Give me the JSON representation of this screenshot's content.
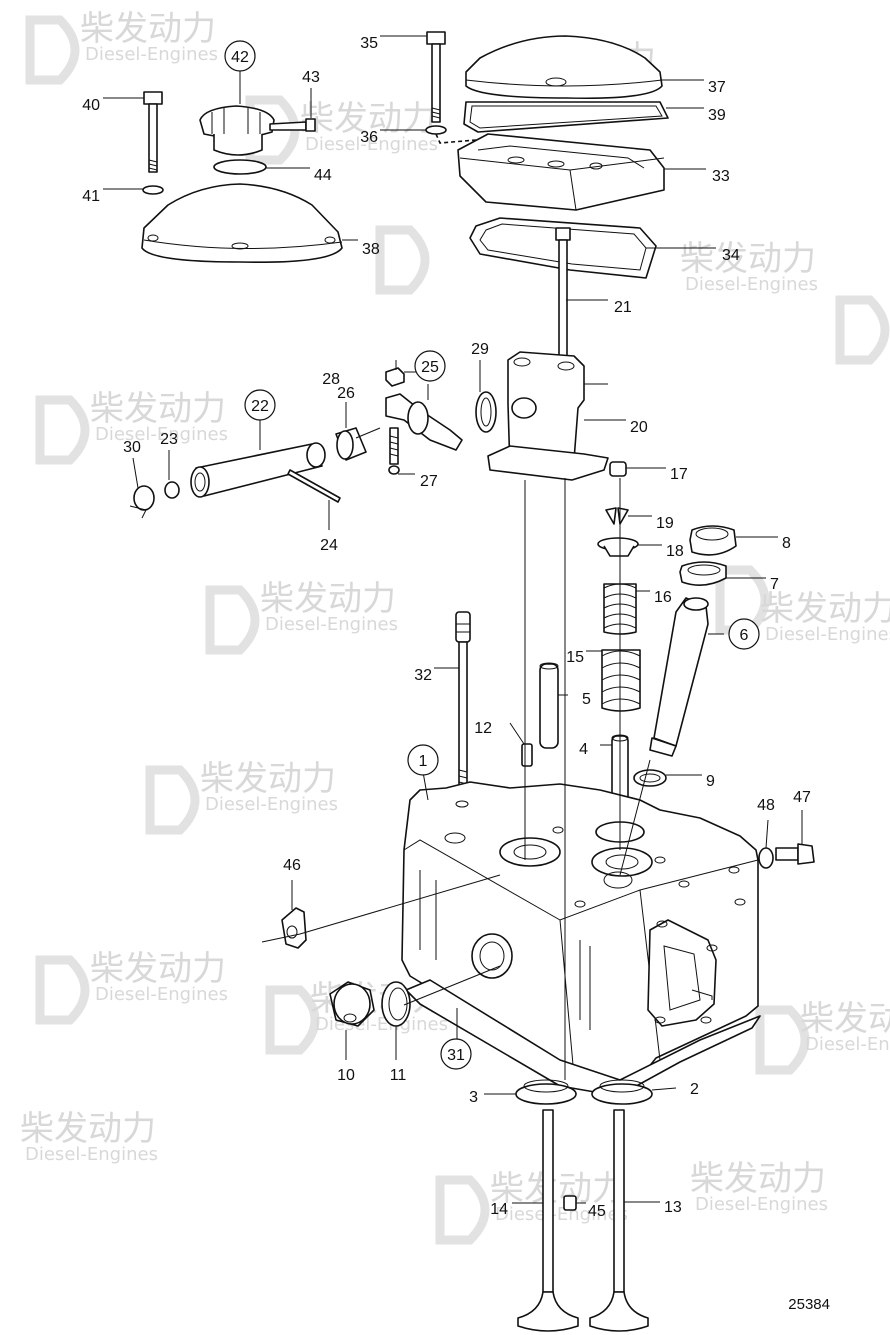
{
  "watermark": {
    "brand": "柴发动力",
    "sub": "Diesel-Engines"
  },
  "figure_number": "25384",
  "callouts": [
    {
      "id": "p1",
      "text": "1",
      "circled": true
    },
    {
      "id": "p2",
      "text": "2",
      "circled": false
    },
    {
      "id": "p3",
      "text": "3",
      "circled": false
    },
    {
      "id": "p4",
      "text": "4",
      "circled": false
    },
    {
      "id": "p5",
      "text": "5",
      "circled": false
    },
    {
      "id": "p6",
      "text": "6",
      "circled": true
    },
    {
      "id": "p7",
      "text": "7",
      "circled": false
    },
    {
      "id": "p8",
      "text": "8",
      "circled": false
    },
    {
      "id": "p9",
      "text": "9",
      "circled": false
    },
    {
      "id": "p10",
      "text": "10",
      "circled": false
    },
    {
      "id": "p11",
      "text": "11",
      "circled": false
    },
    {
      "id": "p12",
      "text": "12",
      "circled": false
    },
    {
      "id": "p13",
      "text": "13",
      "circled": false
    },
    {
      "id": "p14",
      "text": "14",
      "circled": false
    },
    {
      "id": "p15",
      "text": "15",
      "circled": false
    },
    {
      "id": "p16",
      "text": "16",
      "circled": false
    },
    {
      "id": "p17",
      "text": "17",
      "circled": false
    },
    {
      "id": "p18",
      "text": "18",
      "circled": false
    },
    {
      "id": "p19",
      "text": "19",
      "circled": false
    },
    {
      "id": "p20",
      "text": "20",
      "circled": false
    },
    {
      "id": "p21",
      "text": "21",
      "circled": false
    },
    {
      "id": "p22",
      "text": "22",
      "circled": true
    },
    {
      "id": "p23",
      "text": "23",
      "circled": false
    },
    {
      "id": "p24",
      "text": "24",
      "circled": false
    },
    {
      "id": "p25",
      "text": "25",
      "circled": true
    },
    {
      "id": "p26",
      "text": "26",
      "circled": false
    },
    {
      "id": "p27",
      "text": "27",
      "circled": false
    },
    {
      "id": "p28",
      "text": "28",
      "circled": false
    },
    {
      "id": "p29",
      "text": "29",
      "circled": false
    },
    {
      "id": "p30",
      "text": "30",
      "circled": false
    },
    {
      "id": "p31",
      "text": "31",
      "circled": true
    },
    {
      "id": "p32",
      "text": "32",
      "circled": false
    },
    {
      "id": "p33",
      "text": "33",
      "circled": false
    },
    {
      "id": "p34",
      "text": "34",
      "circled": false
    },
    {
      "id": "p35",
      "text": "35",
      "circled": false
    },
    {
      "id": "p36",
      "text": "36",
      "circled": false
    },
    {
      "id": "p37",
      "text": "37",
      "circled": false
    },
    {
      "id": "p38",
      "text": "38",
      "circled": false
    },
    {
      "id": "p39",
      "text": "39",
      "circled": false
    },
    {
      "id": "p40",
      "text": "40",
      "circled": false
    },
    {
      "id": "p41",
      "text": "41",
      "circled": false
    },
    {
      "id": "p42",
      "text": "42",
      "circled": true
    },
    {
      "id": "p43",
      "text": "43",
      "circled": false
    },
    {
      "id": "p44",
      "text": "44",
      "circled": false
    },
    {
      "id": "p45",
      "text": "45",
      "circled": false
    },
    {
      "id": "p46",
      "text": "46",
      "circled": false
    },
    {
      "id": "p47",
      "text": "47",
      "circled": false
    },
    {
      "id": "p48",
      "text": "48",
      "circled": false
    }
  ]
}
